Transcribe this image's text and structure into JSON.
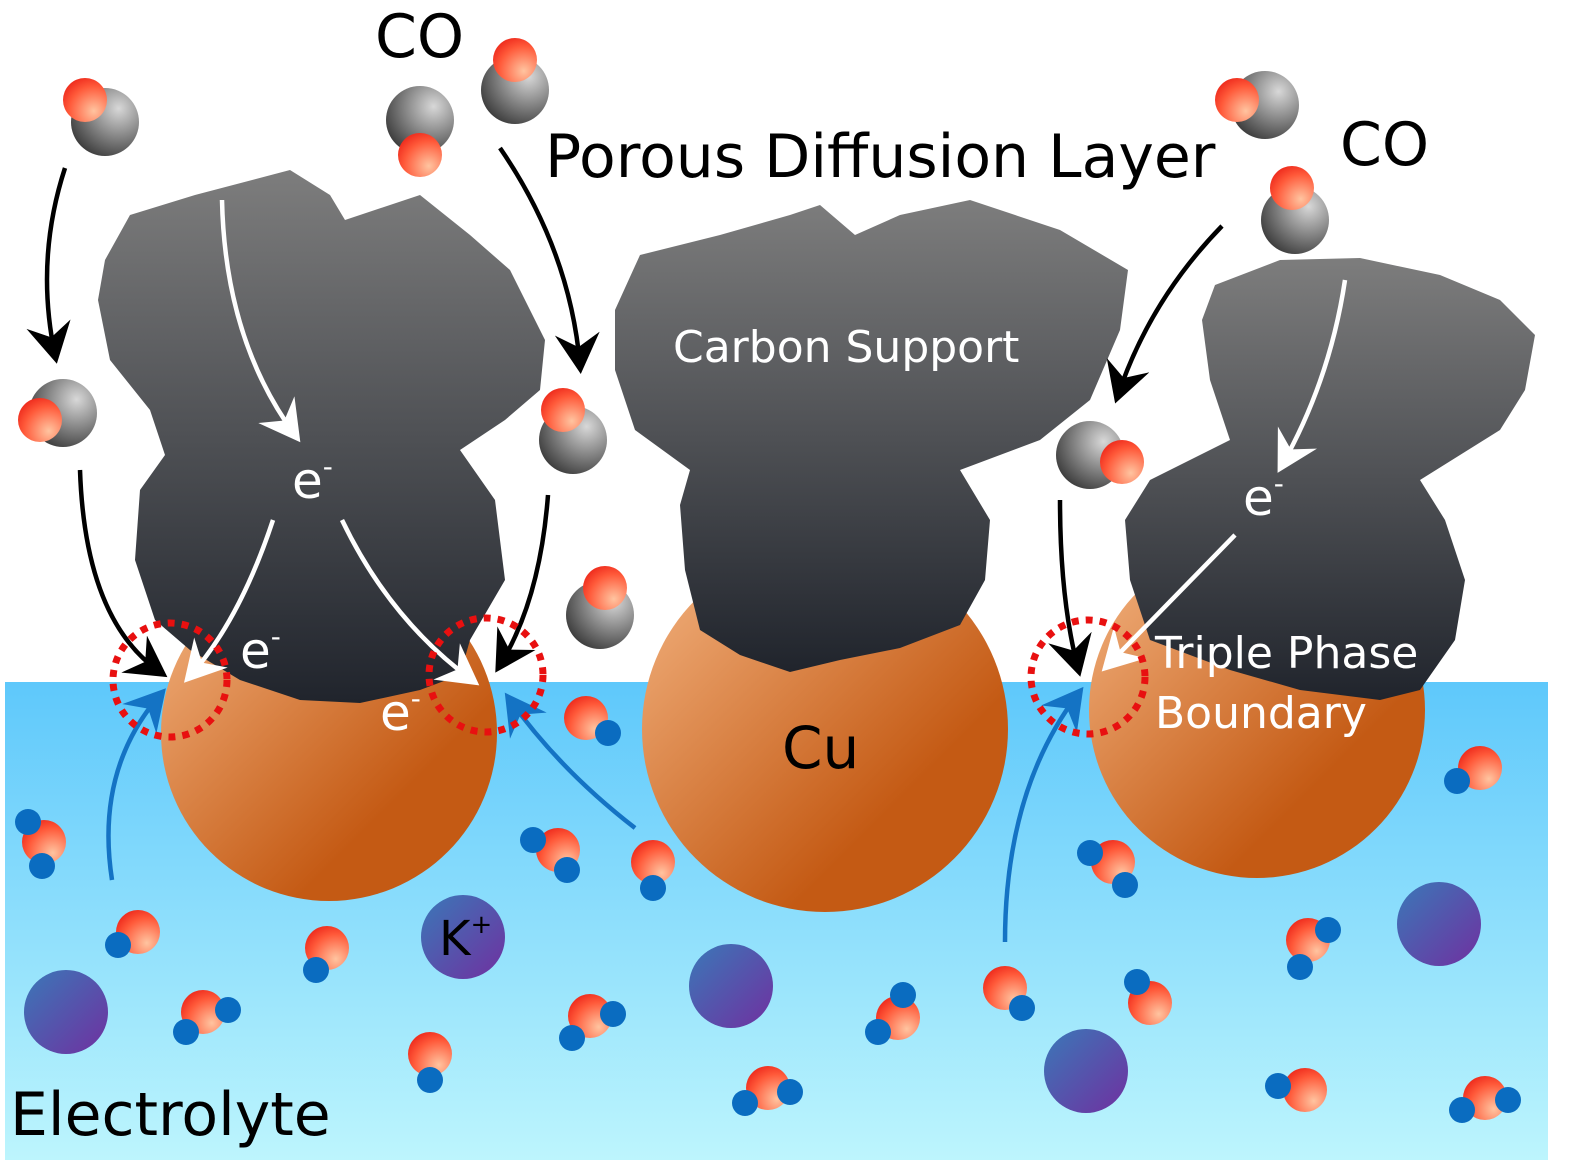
{
  "labels": {
    "co_top": "CO",
    "co_right": "CO",
    "porous_layer": "Porous Diffusion Layer",
    "carbon_support": "Carbon Support",
    "cu": "Cu",
    "triple_phase_line1": "Triple Phase",
    "triple_phase_line2": "Boundary",
    "electrolyte": "Electrolyte",
    "k_ion": "K",
    "k_sup": "+",
    "electron": "e",
    "electron_sup": "-"
  },
  "colors": {
    "electrolyte_top": "#5ec8fb",
    "electrolyte_bottom": "#bdf5fd",
    "copper_light": "#e8a36b",
    "copper_dark": "#c0540f",
    "carbon_top": "#7a7a7a",
    "carbon_bottom": "#22262e",
    "boundary_circle": "#e81010",
    "proton_arrow": "#1473c4"
  }
}
